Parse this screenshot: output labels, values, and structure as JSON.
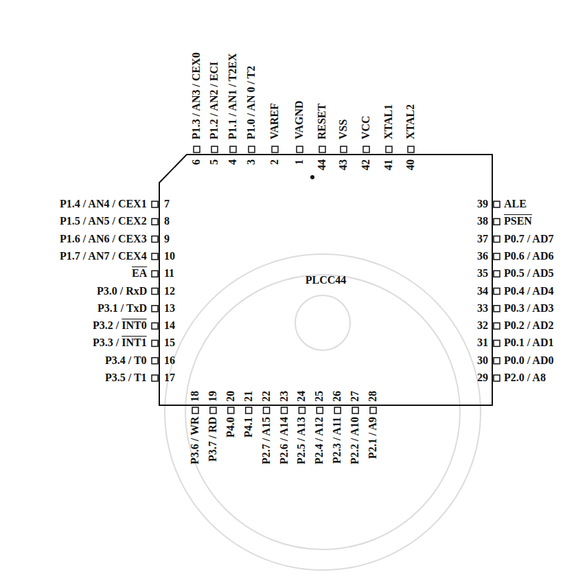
{
  "diagram": {
    "nodes": [
      {
        "text": [
          "PLCC44"
        ]
      }
    ],
    "labels": [
      "P1.3 / AN3 / CEX0",
      "6",
      "P1.2 / AN2 / ECI",
      "5",
      "P1.1 / AN1 / T2EX",
      "4",
      "P1.0 / AN 0 / T2",
      "3",
      "VAREF",
      "2",
      "VAGND",
      "1",
      "RESET",
      "44",
      "VSS",
      "43",
      "VCC",
      "42",
      "XTAL1",
      "41",
      "XTAL2",
      "40",
      "P1.4 / AN4 / CEX1",
      "7",
      "P1.5 / AN5 / CEX2",
      "8",
      "P1.6 / AN6 / CEX3",
      "9",
      "P1.7 / AN7 / CEX4",
      "10",
      "EA",
      "11",
      "P3.0 / RxD",
      "12",
      "P3.1 / TxD",
      "13",
      "P3.2 / INT0",
      "14",
      "P3.3 / INT1",
      "15",
      "P3.4 / T0",
      "16",
      "P3.5 / T1",
      "17",
      "ALE",
      "39",
      "PSEN",
      "38",
      "P0.7 / AD7",
      "37",
      "P0.6 / AD6",
      "36",
      "P0.5 / AD5",
      "35",
      "P0.4 / AD4",
      "34",
      "P0.3 / AD3",
      "33",
      "P0.2 / AD2",
      "32",
      "P0.1 / AD1",
      "31",
      "P0.0 / AD0",
      "30",
      "P2.0 / A8",
      "29",
      "P3.6 / WR",
      "18",
      "P3.7 / RD",
      "19",
      "P4.0",
      "20",
      "P4.1",
      "21",
      "P2.7 / A15",
      "22",
      "P2.6 / A14",
      "23",
      "P2.5 / A13",
      "24",
      "P2.4 / A12",
      "25",
      "P2.3 / A11",
      "26",
      "P2.2 / A10",
      "27",
      "P2.1 / A9",
      "28"
    ]
  }
}
